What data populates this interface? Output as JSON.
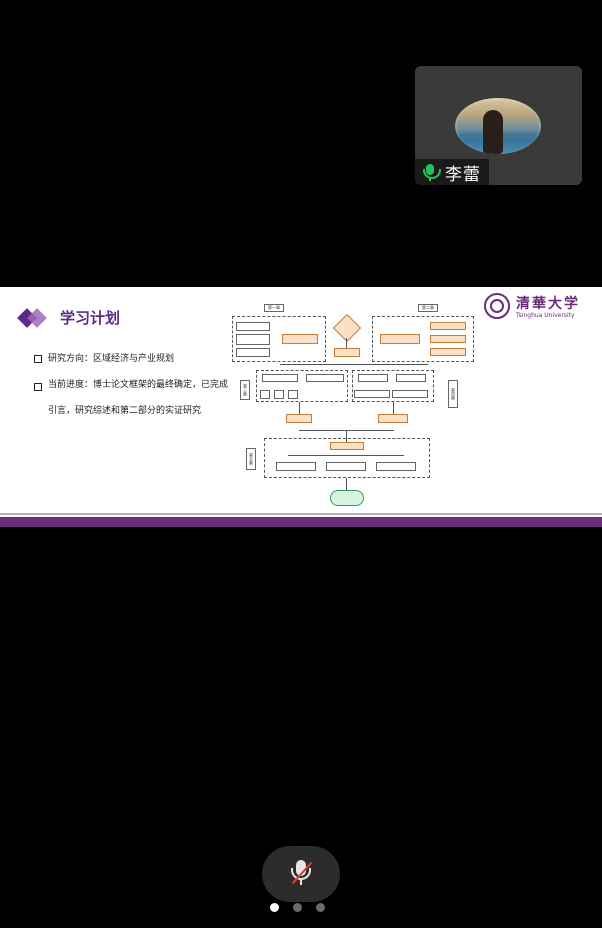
{
  "participant": {
    "name": "李蕾",
    "mic_status": "on"
  },
  "slide": {
    "title": "学习计划",
    "logo_cn": "清華大学",
    "logo_en": "Tsinghua University",
    "bullets": [
      "研究方向：区域经济与产业规划",
      "当前进度：博士论文框架的最终确定，已完成引言，研究综述和第二部分的实证研究"
    ],
    "accent_color": "#6a2c7a"
  },
  "flowchart": {
    "chapter_1": "第一章",
    "chapter_2": "第二章",
    "chapter_3": "第三章",
    "chapter_4": "第四章",
    "chapter_5": "第五章"
  },
  "controls": {
    "mic_muted": true,
    "pages": 3,
    "current_page": 1
  }
}
